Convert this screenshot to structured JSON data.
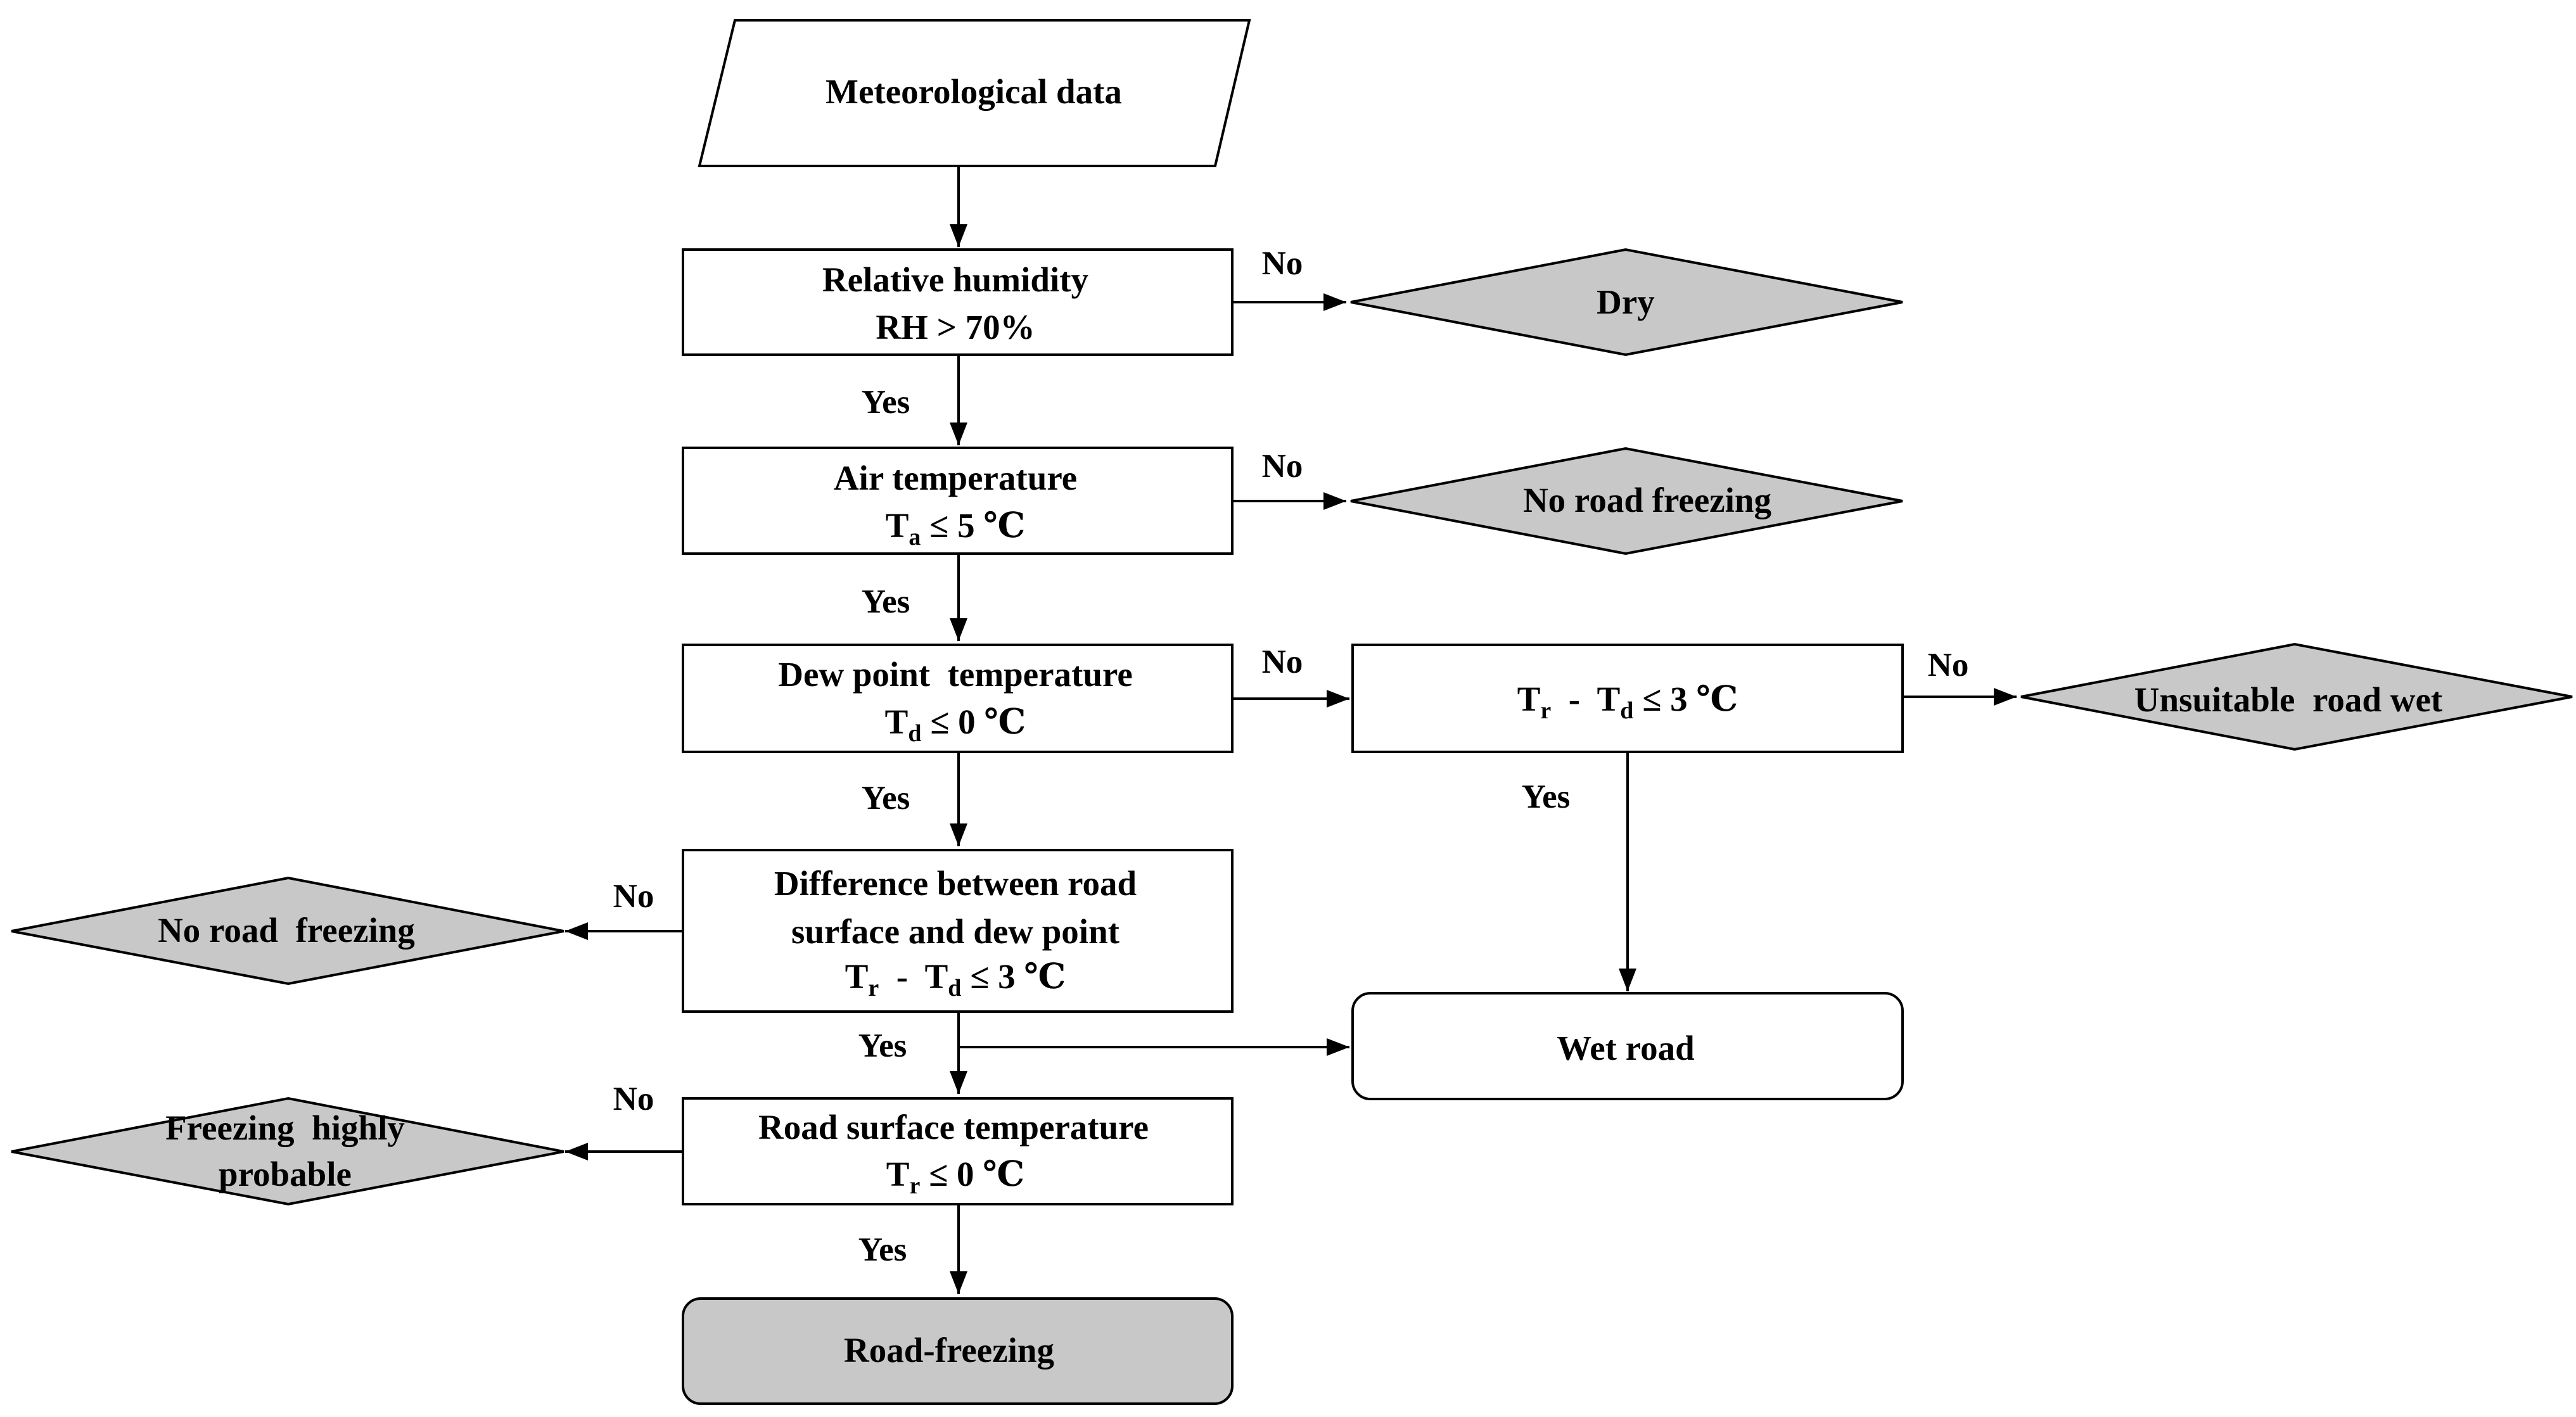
{
  "nodes": {
    "meteorological_data": "Meteorological data",
    "relative_humidity": {
      "line1": "Relative humidity",
      "line2": "RH > 70%"
    },
    "dry": "Dry",
    "air_temperature": {
      "line1": "Air temperature",
      "line2_prefix": "T",
      "line2_sub": "a",
      "line2_suffix": " ≤ 5 ℃"
    },
    "no_road_freezing_right": "No road freezing",
    "dew_point_temperature": {
      "line1": "Dew point  temperature",
      "line2_prefix": "T",
      "line2_sub": "d",
      "line2_suffix": " ≤ 0 ℃"
    },
    "tr_td_check": {
      "t1": "T",
      "s1": "r",
      "mid": "  -  T",
      "s2": "d",
      "end": " ≤ 3 ℃"
    },
    "unsuitable_road_wet": "Unsuitable  road wet",
    "difference": {
      "line1": "Difference between road",
      "line2": "surface and dew point",
      "t1": "T",
      "s1": "r",
      "mid": "  -  T",
      "s2": "d",
      "end": " ≤ 3 ℃"
    },
    "no_road_freezing_left": "No road  freezing",
    "wet_road": "Wet road",
    "road_surface_temperature": {
      "line1": "Road surface temperature",
      "line2_prefix": "T",
      "line2_sub": "r",
      "line2_suffix": " ≤ 0 ℃"
    },
    "freezing_highly_probable": {
      "line1": "Freezing  highly",
      "line2": "probable"
    },
    "road_freezing": "Road-freezing"
  },
  "edges": {
    "yes": "Yes",
    "no": "No"
  },
  "colors": {
    "gray_fill": "#c8c8c8",
    "white_fill": "#ffffff",
    "stroke": "#000000"
  }
}
